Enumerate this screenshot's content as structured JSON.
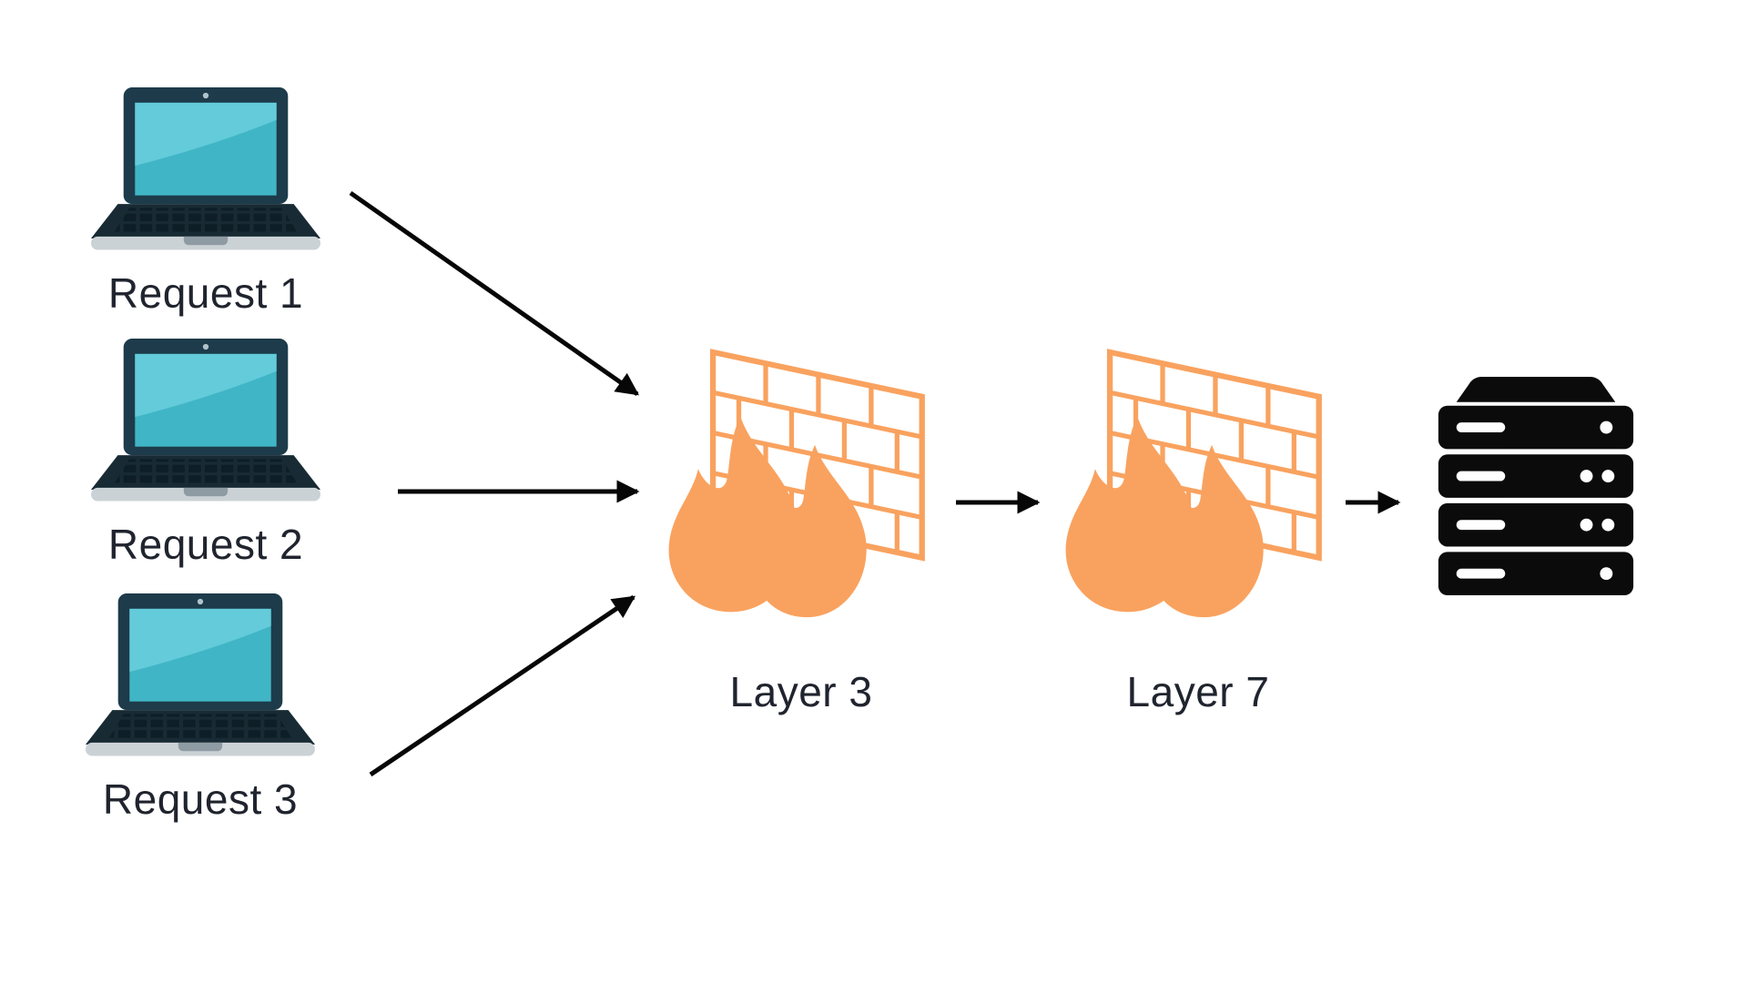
{
  "diagram": {
    "background_color": "#ffffff",
    "nodes": {
      "clients": [
        {
          "id": "client-1",
          "icon": "laptop-icon",
          "label": "Request 1"
        },
        {
          "id": "client-2",
          "icon": "laptop-icon",
          "label": "Request 2"
        },
        {
          "id": "client-3",
          "icon": "laptop-icon",
          "label": "Request 3"
        }
      ],
      "firewalls": [
        {
          "id": "firewall-layer-3",
          "icon": "firewall-icon",
          "label": "Layer 3"
        },
        {
          "id": "firewall-layer-7",
          "icon": "firewall-icon",
          "label": "Layer 7"
        }
      ],
      "server": {
        "id": "server",
        "icon": "server-rack-icon"
      }
    },
    "flow": [
      "client-1 -> firewall-layer-3",
      "client-2 -> firewall-layer-3",
      "client-3 -> firewall-layer-3",
      "firewall-layer-3 -> firewall-layer-7",
      "firewall-layer-7 -> server"
    ],
    "colors": {
      "arrow": "#070707",
      "text": "#20242e",
      "flame_orange": "#F9A25F",
      "brick_outline": "#F9A25F",
      "brick_fill": "#ffffff",
      "laptop_bezel": "#1D3B4A",
      "laptop_screen": "#40B5C6",
      "laptop_screen_sheen": "#63CBDA",
      "laptop_deck": "#182B34",
      "laptop_base": "#CBD2D6",
      "server_black": "#0b0b0b"
    }
  }
}
